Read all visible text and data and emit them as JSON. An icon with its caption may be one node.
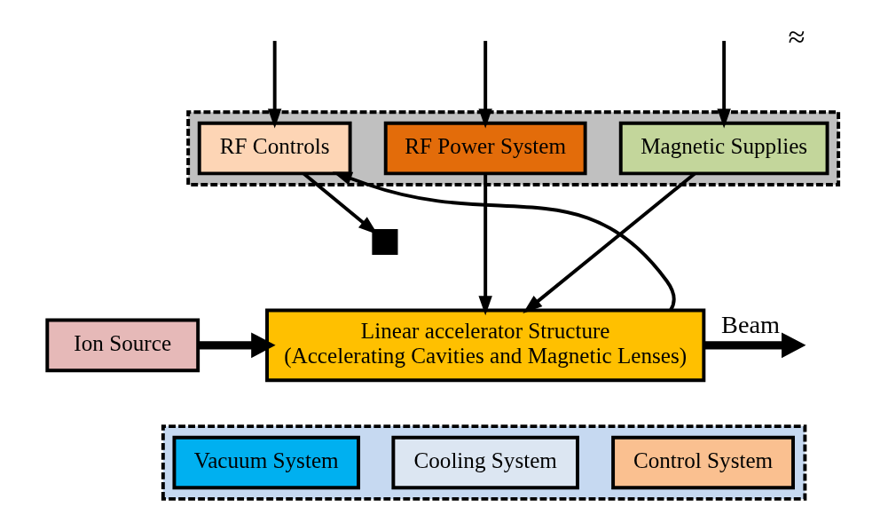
{
  "diagram": {
    "nodes": [
      {
        "text": [],
        "shape": "box"
      },
      {
        "text": [
          "RF Controls"
        ],
        "in": 0
      },
      {
        "text": [
          "RF Power System"
        ],
        "in": 0
      },
      {
        "text": [
          "Magnetic Supplies"
        ],
        "in": 0
      },
      {
        "text": [
          "Ion Source"
        ]
      },
      {
        "text": [
          "Linear accelerator Structure",
          "(Accelerating Cavities and Magnetic Lenses)"
        ]
      },
      {
        "text": [],
        "shape": "box"
      },
      {
        "text": [],
        "shape": "box"
      },
      {
        "text": [
          "Vacuum System"
        ],
        "in": 7
      },
      {
        "text": [
          "Cooling System"
        ],
        "in": 7
      },
      {
        "text": [
          "Control System"
        ],
        "in": 7
      }
    ],
    "edges": [
      {
        "from": null,
        "to": 1,
        "arrow": "to"
      },
      {
        "from": null,
        "to": 2,
        "arrow": "to"
      },
      {
        "from": null,
        "to": 3,
        "arrow": "to"
      },
      {
        "from": 5,
        "to": 1,
        "arrow": "to"
      },
      {
        "from": 1,
        "to": 6,
        "arrow": "to"
      },
      {
        "from": 2,
        "to": 5,
        "arrow": "to"
      },
      {
        "from": 3,
        "to": 5,
        "arrow": "to"
      },
      {
        "from": 4,
        "to": 5,
        "arrow": "to",
        "style": "thick"
      },
      {
        "from": 5,
        "to": null,
        "arrow": "to",
        "label": "Beam",
        "style": "thick"
      }
    ],
    "labels": [
      "≈"
    ]
  }
}
